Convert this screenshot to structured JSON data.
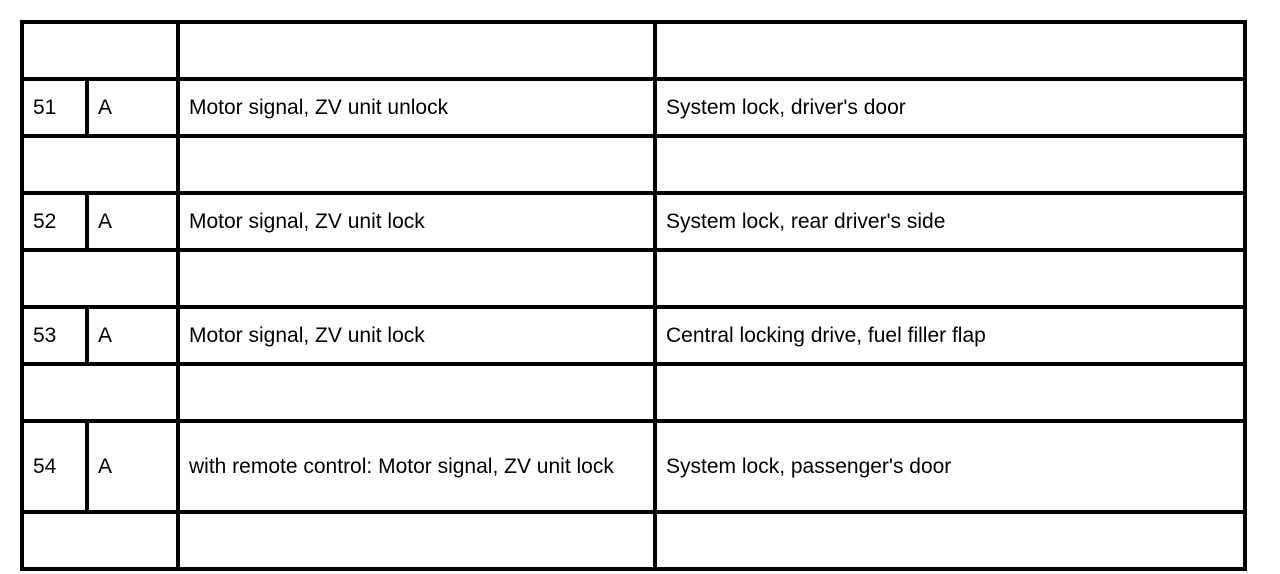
{
  "document": {
    "background_color": "#ffffff",
    "text_color": "#000000",
    "border_color": "#000000"
  },
  "table": {
    "columns": [
      {
        "key": "number",
        "label": ""
      },
      {
        "key": "code",
        "label": ""
      },
      {
        "key": "description",
        "label": ""
      },
      {
        "key": "component",
        "label": ""
      }
    ],
    "rows": [
      {
        "type": "spacer",
        "number": "",
        "code": "",
        "description": "",
        "component": ""
      },
      {
        "type": "data",
        "number": "51",
        "code": "A",
        "description": "Motor signal, ZV unit unlock",
        "component": "System lock, driver's door"
      },
      {
        "type": "spacer",
        "number": "",
        "code": "",
        "description": "",
        "component": ""
      },
      {
        "type": "data",
        "number": "52",
        "code": "A",
        "description": "Motor signal, ZV unit lock",
        "component": "System lock, rear driver's side"
      },
      {
        "type": "spacer",
        "number": "",
        "code": "",
        "description": "",
        "component": ""
      },
      {
        "type": "data",
        "number": "53",
        "code": "A",
        "description": "Motor signal, ZV unit lock",
        "component": "Central locking drive, fuel filler flap"
      },
      {
        "type": "spacer",
        "number": "",
        "code": "",
        "description": "",
        "component": ""
      },
      {
        "type": "data-tall",
        "number": "54",
        "code": "A",
        "description": "with remote control: Motor signal, ZV unit lock",
        "component": "System lock, passenger's door"
      },
      {
        "type": "spacer",
        "number": "",
        "code": "",
        "description": "",
        "component": ""
      }
    ]
  }
}
